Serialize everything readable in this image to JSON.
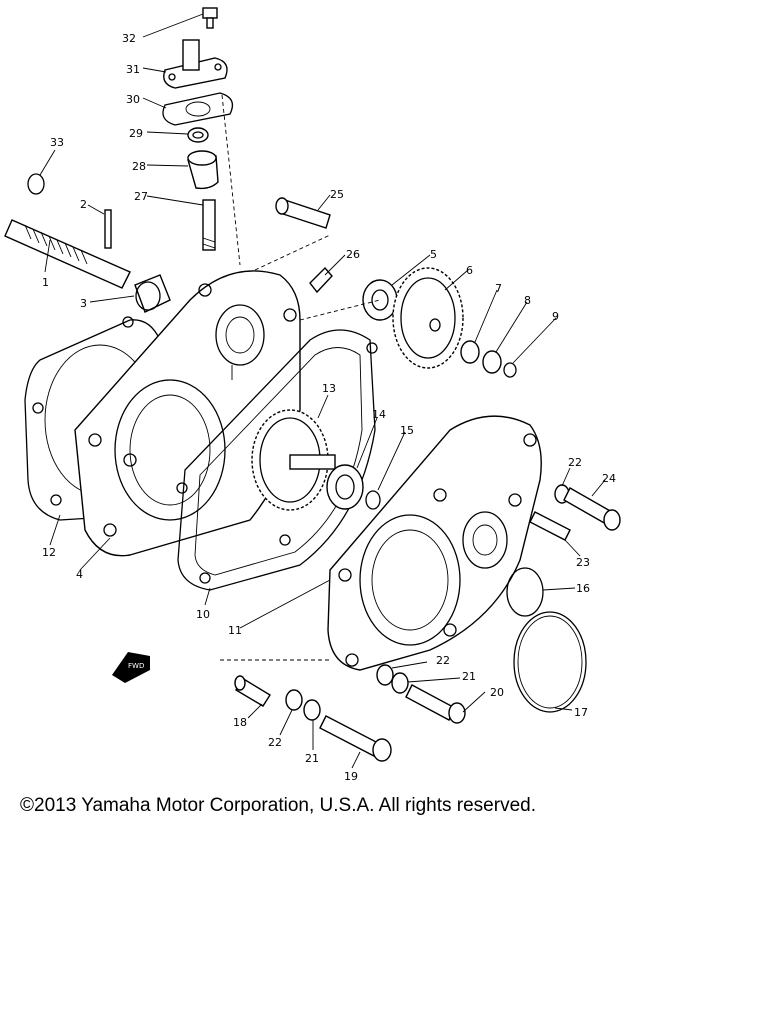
{
  "diagram": {
    "parts": [
      {
        "id": "32",
        "label": "32"
      },
      {
        "id": "31",
        "label": "31"
      },
      {
        "id": "30",
        "label": "30"
      },
      {
        "id": "29",
        "label": "29"
      },
      {
        "id": "28",
        "label": "28"
      },
      {
        "id": "27",
        "label": "27"
      },
      {
        "id": "33",
        "label": "33"
      },
      {
        "id": "2",
        "label": "2"
      },
      {
        "id": "1",
        "label": "1"
      },
      {
        "id": "3",
        "label": "3"
      },
      {
        "id": "25",
        "label": "25"
      },
      {
        "id": "26",
        "label": "26"
      },
      {
        "id": "5",
        "label": "5"
      },
      {
        "id": "6",
        "label": "6"
      },
      {
        "id": "7",
        "label": "7"
      },
      {
        "id": "8",
        "label": "8"
      },
      {
        "id": "9",
        "label": "9"
      },
      {
        "id": "13",
        "label": "13"
      },
      {
        "id": "14",
        "label": "14"
      },
      {
        "id": "15",
        "label": "15"
      },
      {
        "id": "12",
        "label": "12"
      },
      {
        "id": "4",
        "label": "4"
      },
      {
        "id": "10",
        "label": "10"
      },
      {
        "id": "11",
        "label": "11"
      },
      {
        "id": "22a",
        "label": "22"
      },
      {
        "id": "24",
        "label": "24"
      },
      {
        "id": "23",
        "label": "23"
      },
      {
        "id": "16",
        "label": "16"
      },
      {
        "id": "22b",
        "label": "22"
      },
      {
        "id": "21a",
        "label": "21"
      },
      {
        "id": "20",
        "label": "20"
      },
      {
        "id": "17",
        "label": "17"
      },
      {
        "id": "18",
        "label": "18"
      },
      {
        "id": "22c",
        "label": "22"
      },
      {
        "id": "21b",
        "label": "21"
      },
      {
        "id": "19",
        "label": "19"
      }
    ],
    "fwd_marker": "FWD"
  },
  "footer": {
    "copyright": "©2013 Yamaha Motor Corporation, U.S.A. All rights reserved."
  }
}
